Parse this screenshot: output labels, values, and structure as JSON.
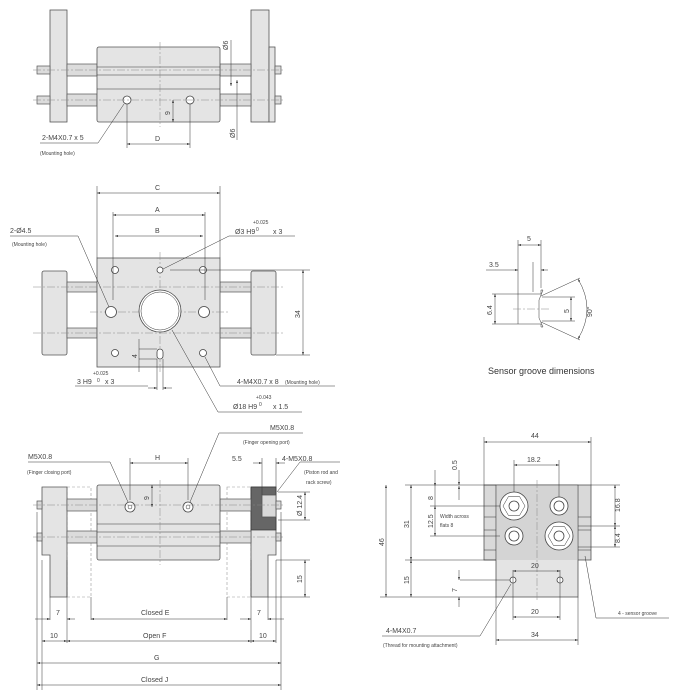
{
  "top_view": {
    "dia_upper": "Ø6",
    "dia_lower": "Ø6",
    "offset": "9",
    "hole_spec": "2-M4X0.7 x 5",
    "hole_note": "(Mounting hole)",
    "pitch": "D"
  },
  "bottom_view": {
    "width_c": "C",
    "width_a": "A",
    "width_b": "B",
    "height": "34",
    "hole_spec": "2-Ø4.5",
    "hole_note": "(Mounting hole)",
    "pin_hole": "Ø3 H9",
    "pin_tol_upper": "+0.025",
    "pin_tol_lower": "0",
    "pin_qty": "x 3",
    "slot": "3 H9",
    "slot_tol_upper": "+0.025",
    "slot_tol_lower": "0",
    "slot_qty": "x 3",
    "slot_offset": "4",
    "tapped": "4-M4X0.7  x  8",
    "tapped_note": "(Mounting hole)",
    "bore": "Ø18 H9",
    "bore_tol_upper": "+0.043",
    "bore_tol_lower": "0",
    "bore_depth": "x 1.5"
  },
  "sensor_groove": {
    "width": "5",
    "opening": "3.5",
    "height": "6.4",
    "inner": "5",
    "angle": "90°",
    "caption": "Sensor groove dimensions"
  },
  "front_view": {
    "close_port": "M5X0.8",
    "close_port_note": "(Finger closing port)",
    "open_port": "M5X0.8",
    "open_port_note": "(Finger opening port)",
    "port_pitch": "H",
    "port_offset": "9",
    "screw_offset": "5.5",
    "screw_spec": "4-M5X0.8",
    "screw_note_1": "(Piston rod and",
    "screw_note_2": "rack screw)",
    "nut_dia": "Ø 12.4",
    "finger_len": "15",
    "finger_w_left": "7",
    "finger_w_right": "7",
    "closed_e": "Closed E",
    "jaw_left": "10",
    "jaw_right": "10",
    "open_f": "Open F",
    "overall_g": "G",
    "closed_j": "Closed J"
  },
  "side_view": {
    "width": "44",
    "nut_pitch": "18.2",
    "top_gap": "0.5",
    "nut_offset": "8",
    "flats_1": "Width across",
    "flats_2": "flats 8",
    "nut_spacing": "12.5",
    "body_h": "31",
    "total_h": "46",
    "right_upper": "16.8",
    "right_lower": "8.4",
    "hole_pitch_upper": "20",
    "base_h": "15",
    "hole_offset": "7",
    "hole_pitch_lower": "20",
    "base_w": "34",
    "thread_spec": "4-M4X0.7",
    "thread_note": "(Thread for mounting attachment)",
    "groove_note": "4 - sensor groove"
  }
}
